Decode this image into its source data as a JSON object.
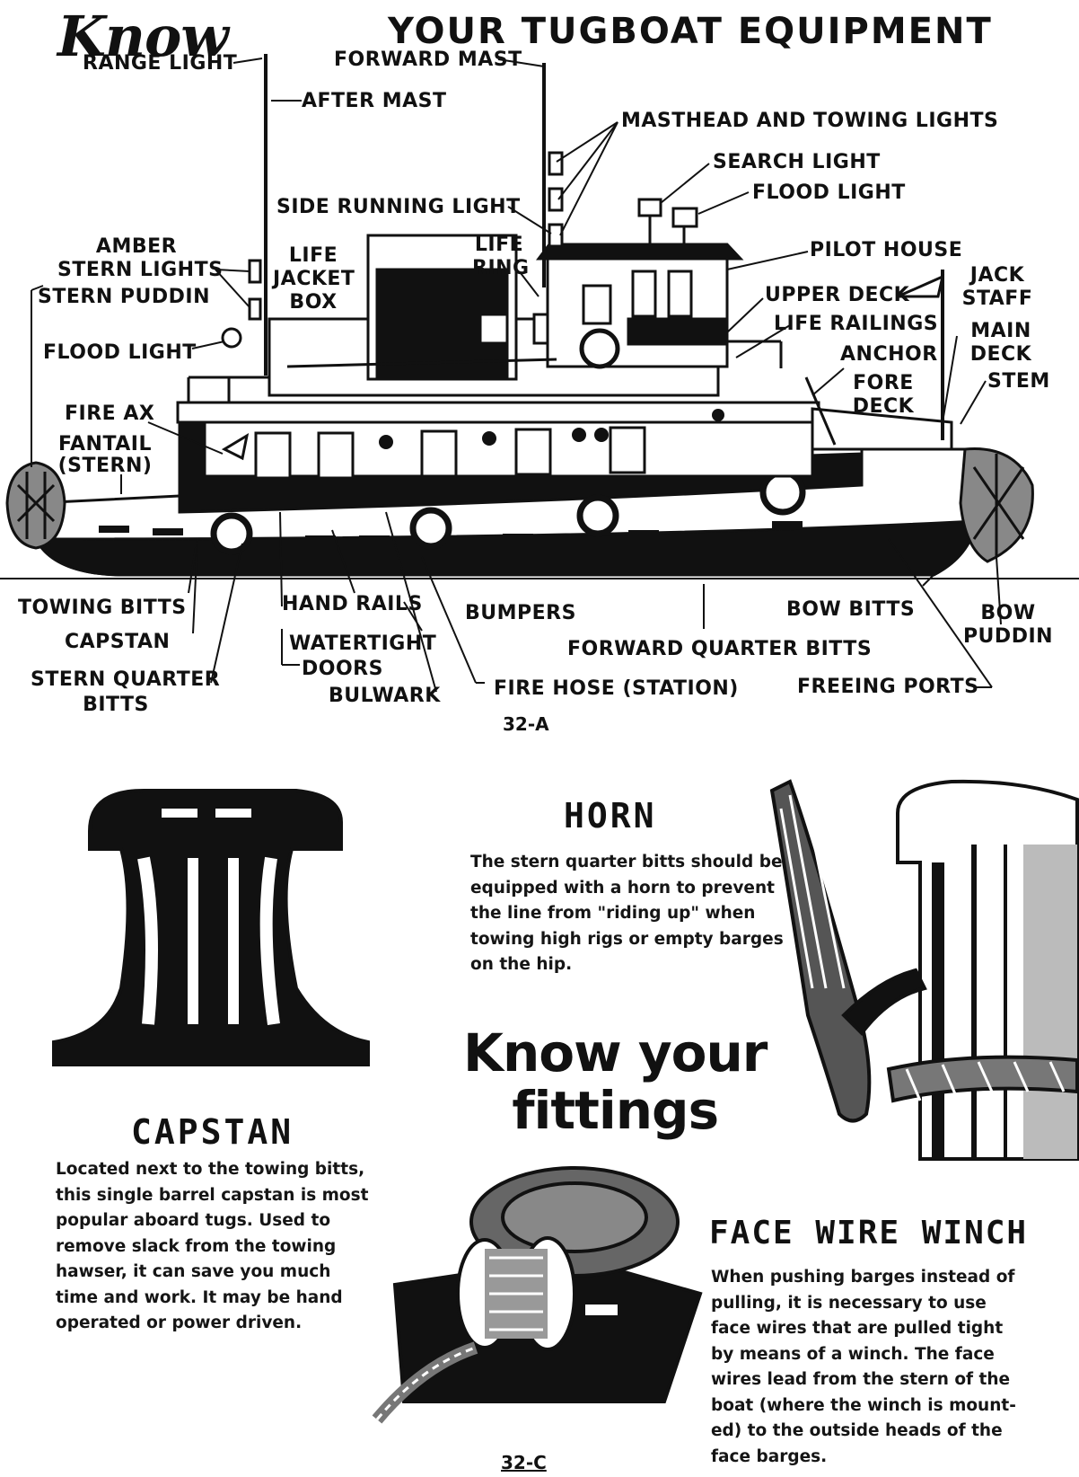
{
  "title": {
    "know": "Know",
    "rest": "YOUR TUGBOAT EQUIPMENT"
  },
  "boat_labels": {
    "range_light": "RANGE LIGHT",
    "forward_mast": "FORWARD MAST",
    "after_mast": "AFTER MAST",
    "masthead_towing": "MASTHEAD AND TOWING LIGHTS",
    "search_light": "SEARCH LIGHT",
    "flood_light_top": "FLOOD LIGHT",
    "side_running_light": "SIDE RUNNING LIGHT",
    "life_ring_1": "LIFE",
    "life_ring_2": "RING",
    "pilot_house": "PILOT HOUSE",
    "amber_1": "AMBER",
    "amber_2": "STERN LIGHTS",
    "stern_puddin": "STERN PUDDIN",
    "life_jacket_1": "LIFE",
    "life_jacket_2": "JACKET",
    "life_jacket_3": "BOX",
    "upper_deck": "UPPER DECK",
    "jack_staff_1": "JACK",
    "jack_staff_2": "STAFF",
    "life_railings": "LIFE RAILINGS",
    "main_deck_1": "MAIN",
    "main_deck_2": "DECK",
    "flood_light_left": "FLOOD LIGHT",
    "anchor": "ANCHOR",
    "stem": "STEM",
    "fore_deck_1": "FORE",
    "fore_deck_2": "DECK",
    "fire_ax": "FIRE AX",
    "fantail_1": "FANTAIL",
    "fantail_2": "(STERN)",
    "towing_bitts": "TOWING BITTS",
    "hand_rails": "HAND RAILS",
    "bumpers": "BUMPERS",
    "bow_bitts": "BOW BITTS",
    "bow_puddin_1": "BOW",
    "bow_puddin_2": "PUDDIN",
    "capstan": "CAPSTAN",
    "watertight": "WATERTIGHT",
    "doors": "DOORS",
    "forward_quarter_bitts": "FORWARD QUARTER BITTS",
    "stern_quarter_1": "STERN QUARTER",
    "stern_quarter_2": "BITTS",
    "bulwark": "BULWARK",
    "fire_hose": "FIRE HOSE (STATION)",
    "freeing_ports": "FREEING PORTS"
  },
  "figure_labels": {
    "fig_a": "32-A",
    "fig_c": "32-C"
  },
  "horn": {
    "heading": "HORN",
    "lines": [
      "The stern quarter bitts should be",
      "equipped with a horn to prevent",
      "the line from \"riding up\" when",
      "towing high rigs or empty barges",
      "on the hip."
    ]
  },
  "capstan": {
    "heading": "CAPSTAN",
    "lines": [
      "Located next to the towing bitts,",
      "this single barrel capstan is most",
      "popular aboard tugs. Used to",
      "remove slack from the towing",
      "hawser, it can save you much",
      "time and work. It may be hand",
      "operated or power driven."
    ]
  },
  "fittings": {
    "line1": "Know your",
    "line2": "fittings"
  },
  "winch": {
    "heading": "FACE WIRE WINCH",
    "lines": [
      "When pushing barges instead of",
      "pulling, it is necessary to use",
      "face wires that are pulled tight",
      "by means of a winch. The face",
      "wires lead from the stern of the",
      "boat (where the winch is mount-",
      "ed) to the outside heads of the",
      "face barges."
    ]
  }
}
